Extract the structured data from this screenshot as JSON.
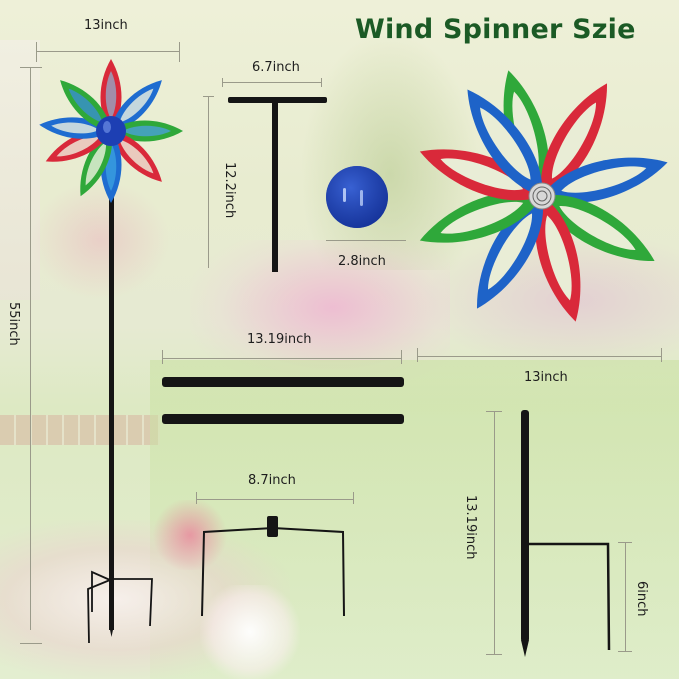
{
  "title": "Wind Spinner Szie",
  "colors": {
    "title_green": "#1b5a25",
    "petal_red": "#d9293a",
    "petal_blue": "#1e63c8",
    "petal_green": "#2fa83a",
    "ball_blue": "#1d3fb3",
    "rod_black": "#151515",
    "dim_line": "#9a9a8a"
  },
  "assembled_spinner": {
    "width_label": "13inch",
    "height_label": "55inch"
  },
  "t_bar": {
    "width_label": "6.7inch",
    "height_label": "12.2inch"
  },
  "ball": {
    "diameter_label": "2.8inch"
  },
  "rods": {
    "length_label": "13.19inch",
    "count": 2
  },
  "spinner_head": {
    "width_label": "13inch"
  },
  "base_bracket": {
    "width_label": "8.7inch"
  },
  "ground_stake": {
    "height_label": "13.19inch",
    "leg_label": "6inch"
  }
}
